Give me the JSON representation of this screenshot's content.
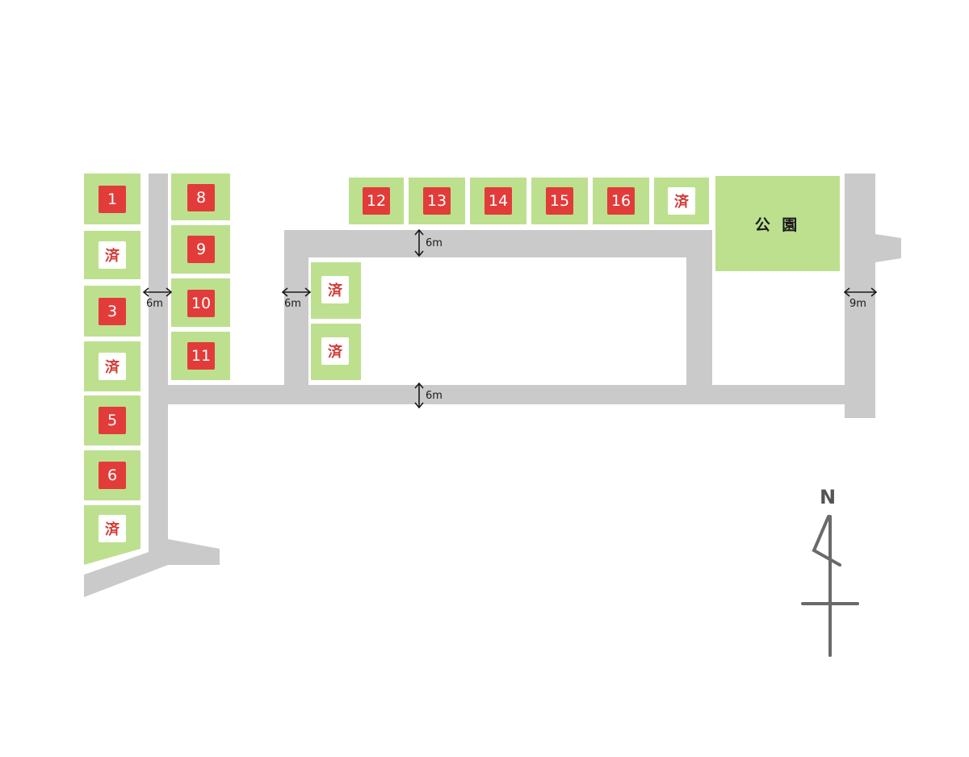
{
  "map": {
    "lots": {
      "l1": "1",
      "l2": "済",
      "l3": "3",
      "l4": "済",
      "l5": "5",
      "l6": "6",
      "l7": "済",
      "l8": "8",
      "l9": "9",
      "l10": "10",
      "l11": "11",
      "l12": "12",
      "l13": "13",
      "l14": "14",
      "l15": "15",
      "l16": "16",
      "l17": "済",
      "c1": "済",
      "c2": "済"
    },
    "park_label": "公 園",
    "road_widths": {
      "west": "6m",
      "inner_west": "6m",
      "north": "6m",
      "south": "6m",
      "east": "9m"
    },
    "compass_label": "N",
    "colors": {
      "lot": "#bde08f",
      "road": "#cbcaca",
      "available": "#e23c3a",
      "sold_text": "#d23a36"
    }
  }
}
